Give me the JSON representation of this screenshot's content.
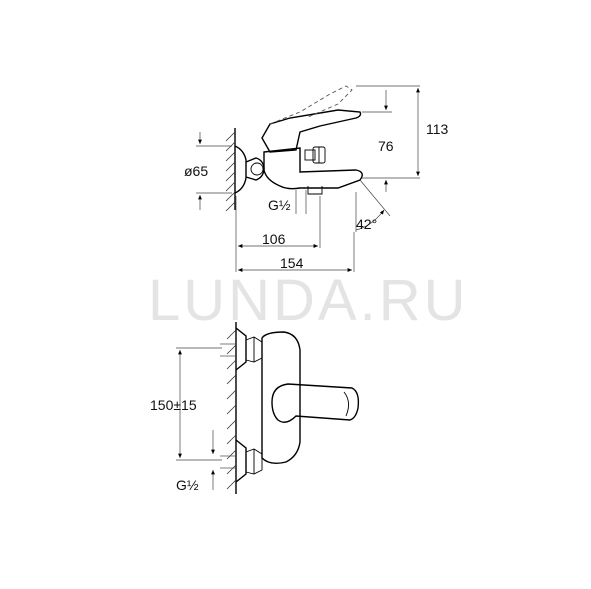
{
  "watermark": "LUNDA.RU",
  "dimensions": {
    "height_total": "113",
    "height_spout": "76",
    "diameter_rosette": "ø65",
    "thread_top": "G½",
    "angle": "42°",
    "projection_spout": "106",
    "projection_total": "154",
    "centres": "150±15",
    "thread_bottom": "G½"
  },
  "colors": {
    "line": "#000000",
    "watermark": "#e4e4e4",
    "background": "#ffffff"
  }
}
